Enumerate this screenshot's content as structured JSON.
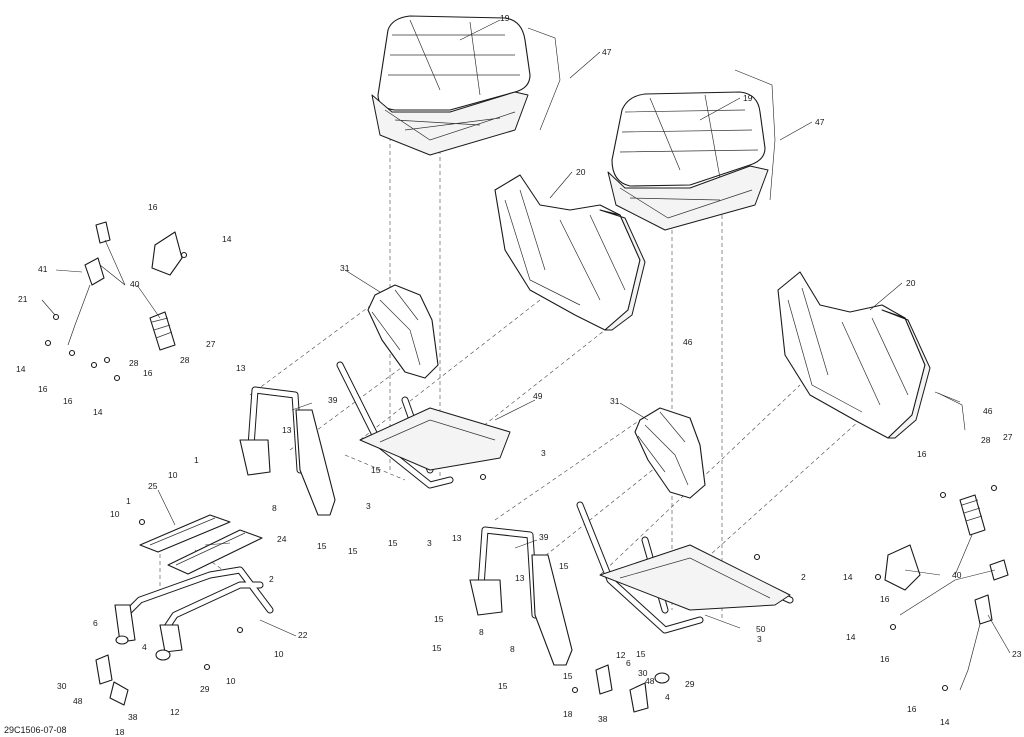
{
  "diagram_code": "29C1506-07-08",
  "callouts": [
    "1",
    "2",
    "3",
    "4",
    "6",
    "8",
    "10",
    "12",
    "13",
    "14",
    "15",
    "16",
    "18",
    "19",
    "20",
    "21",
    "22",
    "23",
    "24",
    "25",
    "27",
    "28",
    "29",
    "30",
    "31",
    "38",
    "39",
    "40",
    "41",
    "46",
    "47",
    "48",
    "49",
    "50"
  ]
}
